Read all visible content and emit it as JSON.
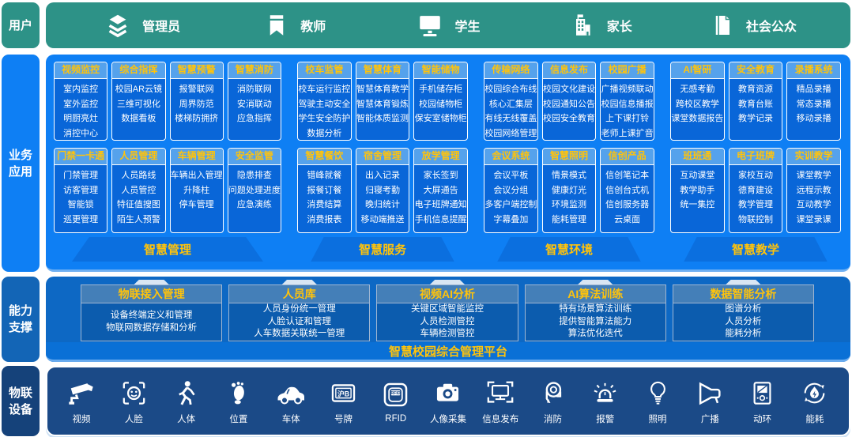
{
  "palette": {
    "teal": "#2D9287",
    "bright_blue": "#0E7FF4",
    "card_blue": "#0966D8",
    "card_header_blue": "#55A2EC",
    "support_blue": "#0D68C4",
    "navy": "#1B4A87",
    "accent_yellow": "#FFC30B",
    "text_white": "#FFFFFF"
  },
  "user_bar": {
    "side_label": "用户",
    "items": [
      {
        "icon": "layers-icon",
        "label": "管理员"
      },
      {
        "icon": "bookmark-icon",
        "label": "教师"
      },
      {
        "icon": "monitor-icon",
        "label": "学生"
      },
      {
        "icon": "building-icon",
        "label": "家长"
      },
      {
        "icon": "book-icon",
        "label": "社会公众"
      }
    ]
  },
  "business": {
    "side_label": "业务应用",
    "groups": [
      {
        "footer": "智慧管理",
        "row1": [
          {
            "title": "视频监控",
            "items": [
              "室内监控",
              "室外监控",
              "明厨亮灶",
              "消控中心"
            ]
          },
          {
            "title": "综合指挥",
            "items": [
              "校园AR云镜",
              "三维可视化",
              "数据看板"
            ]
          },
          {
            "title": "智慧预警",
            "items": [
              "报警联网",
              "周界防范",
              "楼梯防拥挤"
            ]
          },
          {
            "title": "智慧消防",
            "items": [
              "消防联网",
              "安消联动",
              "应急指挥"
            ]
          }
        ],
        "row2": [
          {
            "title": "门禁一卡通",
            "items": [
              "门禁管理",
              "访客管理",
              "智能锁",
              "巡更管理"
            ]
          },
          {
            "title": "人员管理",
            "items": [
              "人员路线",
              "人员管控",
              "特征值搜图",
              "陌生人预警"
            ]
          },
          {
            "title": "车辆管理",
            "items": [
              "车辆出入管理",
              "升降柱",
              "停车管理"
            ]
          },
          {
            "title": "安全监管",
            "items": [
              "隐患排查",
              "问题处理进度",
              "应急演练"
            ]
          }
        ]
      },
      {
        "footer": "智慧服务",
        "row1": [
          {
            "title": "校车监管",
            "items": [
              "校车运行监控",
              "驾驶主动安全",
              "学生安全防护",
              "数据分析"
            ]
          },
          {
            "title": "智慧体育",
            "items": [
              "智慧体育教学",
              "智慧体育锻炼",
              "智能体质监测"
            ]
          },
          {
            "title": "智能储物",
            "items": [
              "手机储存柜",
              "校园储物柜",
              "保安室储物柜"
            ]
          }
        ],
        "row2": [
          {
            "title": "智慧餐饮",
            "items": [
              "错峰就餐",
              "报餐订餐",
              "消费结算",
              "消费报表"
            ]
          },
          {
            "title": "宿舍管理",
            "items": [
              "出入记录",
              "归寝考勤",
              "晚归统计",
              "移动端推送"
            ]
          },
          {
            "title": "放学管理",
            "items": [
              "家长签到",
              "大屏通告",
              "电子班牌通知",
              "手机信息提醒"
            ]
          }
        ]
      },
      {
        "footer": "智慧环境",
        "row1": [
          {
            "title": "传输网络",
            "items": [
              "校园综合布线",
              "核心汇集层",
              "有线无线覆盖",
              "校园网络管理"
            ]
          },
          {
            "title": "信息发布",
            "items": [
              "校园文化建设",
              "校园通知公告",
              "校园安全教育"
            ]
          },
          {
            "title": "校园广播",
            "items": [
              "广播视频联动",
              "校园信息播报",
              "上下课打铃",
              "老师上课扩音"
            ]
          }
        ],
        "row2": [
          {
            "title": "会议系统",
            "items": [
              "会议平板",
              "会议分组",
              "多客户端控制",
              "字幕叠加"
            ]
          },
          {
            "title": "智慧照明",
            "items": [
              "情景模式",
              "健康灯光",
              "环境监测",
              "能耗管理"
            ]
          },
          {
            "title": "信创产品",
            "items": [
              "信创笔记本",
              "信创台式机",
              "信创服务器",
              "云桌面"
            ]
          }
        ]
      },
      {
        "footer": "智慧教学",
        "row1": [
          {
            "title": "AI智研",
            "items": [
              "无感考勤",
              "跨校区教学",
              "课堂数据报告"
            ]
          },
          {
            "title": "安全教育",
            "items": [
              "教育资源",
              "教育台账",
              "教学记录"
            ]
          },
          {
            "title": "录播系统",
            "items": [
              "精品录播",
              "常态录播",
              "移动录播"
            ]
          }
        ],
        "row2": [
          {
            "title": "班班通",
            "items": [
              "互动课堂",
              "教学助手",
              "统一集控"
            ]
          },
          {
            "title": "电子班牌",
            "items": [
              "家校互动",
              "德育建设",
              "教学管理",
              "物联控制"
            ]
          },
          {
            "title": "实训教学",
            "items": [
              "课堂教学",
              "远程示教",
              "互动教学",
              "课堂录课"
            ]
          }
        ]
      }
    ]
  },
  "support": {
    "side_label": "能力支撑",
    "cards": [
      {
        "title": "物联接入管理",
        "items": [
          "设备终端定义和管理",
          "物联网数据存储和分析"
        ]
      },
      {
        "title": "人员库",
        "items": [
          "人员身份统一管理",
          "人脸认证和管理",
          "人车数据关联统一管理"
        ]
      },
      {
        "title": "视频AI分析",
        "items": [
          "关键区域智能监控",
          "人员检测管控",
          "车辆检测管控"
        ]
      },
      {
        "title": "AI算法训练",
        "items": [
          "特有场景算法训练",
          "提供智能算法能力",
          "算法优化迭代"
        ]
      },
      {
        "title": "数据智能分析",
        "items": [
          "图谱分析",
          "人员分析",
          "能耗分析"
        ]
      }
    ],
    "platform": "智慧校园综合管理平台"
  },
  "devices": {
    "side_label": "物联设备",
    "items": [
      {
        "icon": "cctv-icon",
        "label": "视频"
      },
      {
        "icon": "face-icon",
        "label": "人脸"
      },
      {
        "icon": "person-icon",
        "label": "人体"
      },
      {
        "icon": "footprint-icon",
        "label": "位置"
      },
      {
        "icon": "car-icon",
        "label": "车体"
      },
      {
        "icon": "plate-icon",
        "label": "号牌",
        "badge": "沪B"
      },
      {
        "icon": "rfid-icon",
        "label": "RFID",
        "badge": "RFID"
      },
      {
        "icon": "camera-icon",
        "label": "人像采集"
      },
      {
        "icon": "screen-icon",
        "label": "信息发布"
      },
      {
        "icon": "firehose-icon",
        "label": "消防"
      },
      {
        "icon": "alarm-icon",
        "label": "报警"
      },
      {
        "icon": "bulb-icon",
        "label": "照明"
      },
      {
        "icon": "megaphone-icon",
        "label": "广播"
      },
      {
        "icon": "monitor-panel-icon",
        "label": "动环"
      },
      {
        "icon": "energy-icon",
        "label": "能耗"
      }
    ]
  }
}
